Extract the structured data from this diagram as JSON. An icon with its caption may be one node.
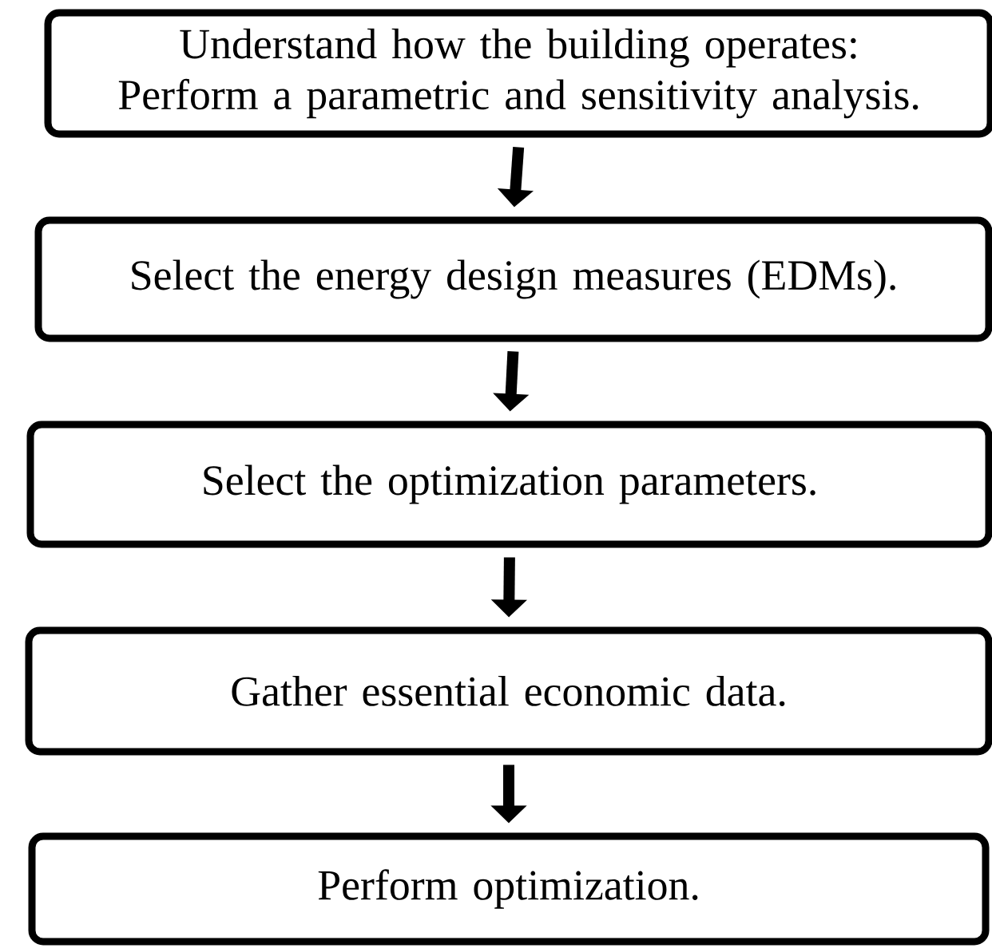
{
  "diagram": {
    "nodes": [
      {
        "text": [
          "Understand how the building operates: Perform a parametric and sensitivity analysis."
        ]
      },
      {
        "text": [
          "Select the energy design measures (EDMs)."
        ]
      },
      {
        "text": [
          "Select the optimization parameters."
        ]
      },
      {
        "text": [
          "Gather essential economic data."
        ]
      },
      {
        "text": [
          "Perform optimization."
        ]
      }
    ],
    "edges": [
      {
        "from": 0,
        "to": 1,
        "arrow": "to"
      },
      {
        "from": 1,
        "to": 2,
        "arrow": "to"
      },
      {
        "from": 2,
        "to": 3,
        "arrow": "to"
      },
      {
        "from": 3,
        "to": 4,
        "arrow": "to"
      }
    ]
  }
}
